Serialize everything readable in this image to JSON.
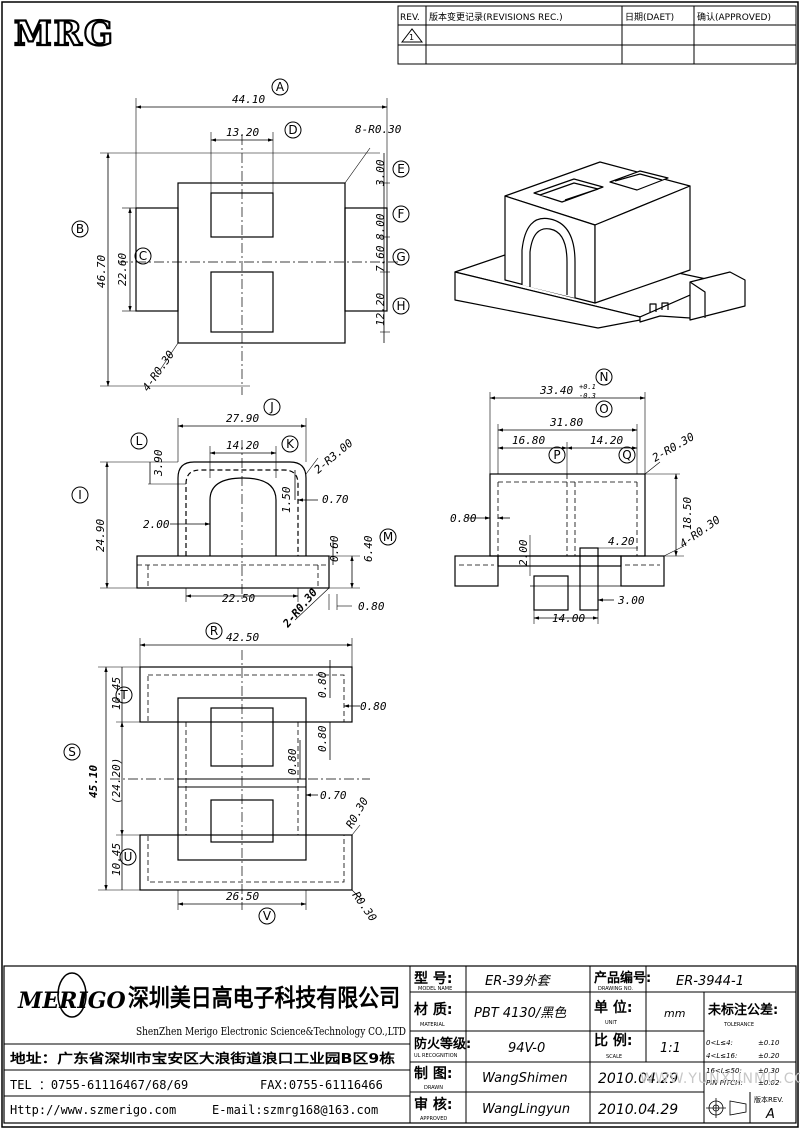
{
  "header": {
    "logo": "MRG",
    "rev_col": "REV.",
    "rev_records": "版本变更记录(REVISIONS REC.)",
    "date_col": "日期(DAET)",
    "approved_col": "确认(APPROVED)",
    "rev_mark": "1"
  },
  "labels": {
    "A": "A",
    "B": "B",
    "C": "C",
    "D": "D",
    "E": "E",
    "F": "F",
    "G": "G",
    "H": "H",
    "I": "I",
    "J": "J",
    "K": "K",
    "L": "L",
    "M": "M",
    "N": "N",
    "O": "O",
    "P": "P",
    "Q": "Q",
    "R": "R",
    "S": "S",
    "T": "T",
    "U": "U",
    "V": "V"
  },
  "dims_top": {
    "a": "44.10",
    "d": "13.20",
    "r1": "8-R0.30",
    "e": "3.00",
    "f": "8.00",
    "g": "7.60",
    "h": "12.20",
    "b": "46.70",
    "c": "22.60",
    "r2": "4-R0.30"
  },
  "dims_front": {
    "j": "27.90",
    "k": "14.20",
    "l": "3.90",
    "r": "2-R3.00",
    "k2": "1.50",
    "k3": "0.70",
    "i": "24.90",
    "w": "2.00",
    "m1": "0.60",
    "m": "6.40",
    "b1": "22.50",
    "r2": "2-R0.30",
    "b2": "0.80"
  },
  "dims_side": {
    "n": "33.40",
    "n_tol_up": "+0.1",
    "n_tol_dn": "-0.3",
    "o": "31.80",
    "p": "16.80",
    "q": "14.20",
    "r1": "2-R0.30",
    "h": "18.50",
    "w": "0.80",
    "r2": "4-R0.30",
    "c1": "2.00",
    "c2": "4.20",
    "c3": "3.00",
    "c4": "14.00"
  },
  "dims_bottom": {
    "r": "42.50",
    "t": "10.45",
    "s": "45.10",
    "s2": "(24.20)",
    "u": "10.45",
    "v": "26.50",
    "d1": "0.80",
    "d2": "0.80",
    "d3": "0.80",
    "d4": "0.80",
    "d5": "0.70",
    "r1": "R0.30",
    "r2": "R0.30"
  },
  "title_block": {
    "company_logo": "MERIGO",
    "company_cn": "深圳美日高电子科技有限公司",
    "company_en": "ShenZhen Merigo Electronic Science&Technology CO.,LTD",
    "address": "地址：广东省深圳市宝安区大浪街道浪口工业园B区9栋",
    "tel": "TEL ：0755-61116467/68/69",
    "fax": "FAX:0755-61116466",
    "http": "Http://www.szmerigo.com",
    "email": "E-mail:szmrg168@163.com",
    "model_label": "型 号:",
    "model_sub": "MODEL NAME",
    "model_value": "ER-39外套",
    "drawing_label": "产品编号:",
    "drawing_sub": "DRAWING NO.",
    "drawing_value": "ER-3944-1",
    "material_label": "材 质:",
    "material_sub": "MATERIAL",
    "material_value": "PBT 4130/黑色",
    "unit_label": "单 位:",
    "unit_sub": "UNIT",
    "unit_value": "mm",
    "tol_label": "未标注公差:",
    "tol_sub": "TOLERANCE",
    "ul_label": "防火等级:",
    "ul_sub": "UL RECOGNITION",
    "ul_value": "94V-0",
    "scale_label": "比 例:",
    "scale_sub": "SCALE",
    "scale_value": "1:1",
    "tol1_range": "0<L≤4:",
    "tol1_val": "±0.10",
    "tol2_range": "4<L≤16:",
    "tol2_val": "±0.20",
    "tol3_range": "16<L≤50:",
    "tol3_val": "±0.30",
    "tol4_range": "PIN PITCH:",
    "tol4_val": "±0.02",
    "drawn_label": "制 图:",
    "drawn_sub": "DRAWN",
    "drawn_value": "WangShimen",
    "drawn_date": "2010.04.29",
    "approved_label": "审 核:",
    "approved_sub": "APPROVED",
    "approved_value": "WangLingyun",
    "approved_date": "2010.04.29",
    "rev_label": "版本REV.",
    "rev_value": "A",
    "watermark": "WWW.YUNXUNMU.COM"
  }
}
